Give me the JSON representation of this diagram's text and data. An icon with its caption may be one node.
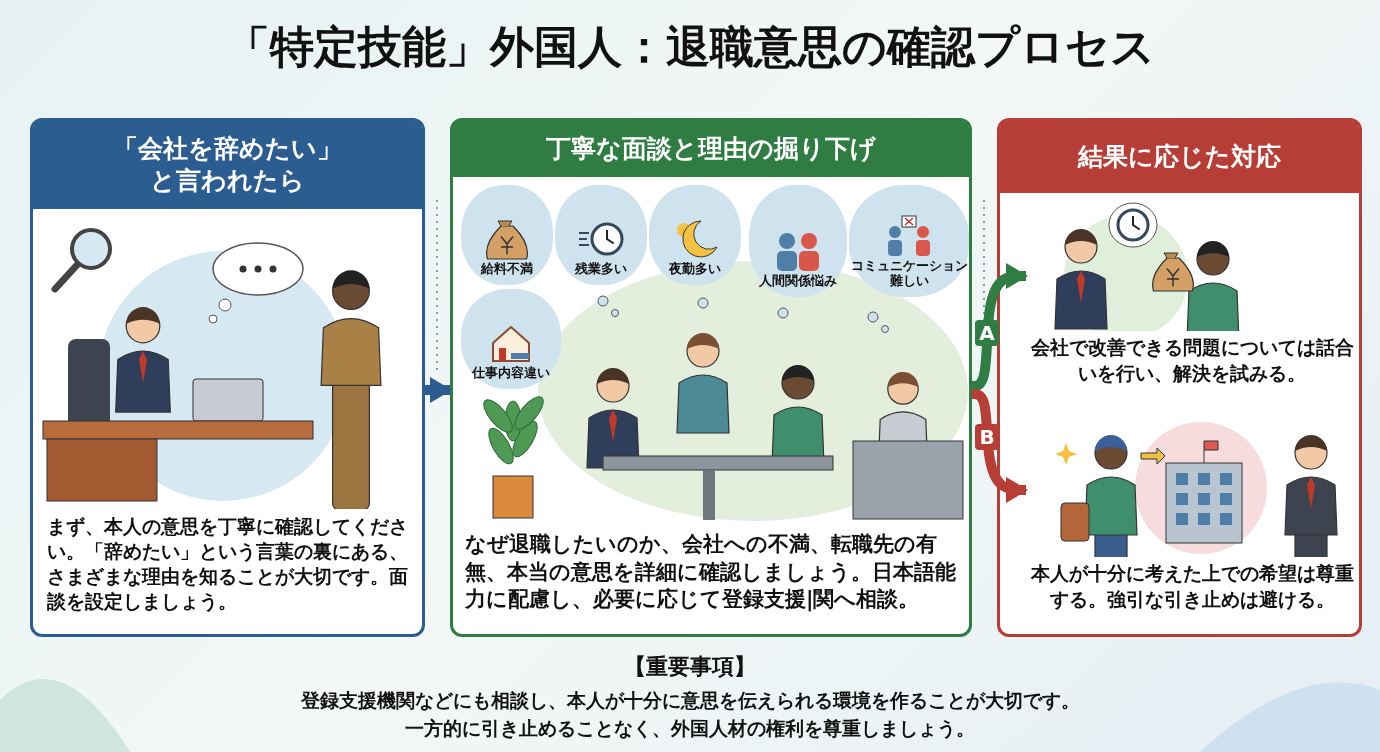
{
  "diagram": {
    "title": "「特定技能」外国人：退職意思の確認プロセス",
    "nodes": [
      {
        "text": [
          "「会社を辞めたい」と言われたら",
          "まず、本人の意思を丁寧に確認してください。「辞めたい」という言葉の裏にある、さまざまな理由を知ることが大切です。面談を設定しましょう。"
        ]
      },
      {
        "text": [
          "丁寧な面談と理由の掘り下げ",
          "なぜ退職したいのか、会社への不満、転職先の有無、本当の意思を詳細に確認しましょう。日本語能力に配慮し、必要に応じて登録支援|関へ相談。"
        ]
      },
      {
        "text": [
          "給料不満"
        ],
        "in": 1
      },
      {
        "text": [
          "残業多い"
        ],
        "in": 1
      },
      {
        "text": [
          "夜勤多い"
        ],
        "in": 1
      },
      {
        "text": [
          "仕事内容違い"
        ],
        "in": 1
      },
      {
        "text": [
          "人間関係悩み"
        ],
        "in": 1
      },
      {
        "text": [
          "コミュニケーション難しい"
        ],
        "in": 1
      },
      {
        "text": [
          "結果に応じた対応"
        ]
      },
      {
        "text": [
          "会社で改善できる問題については話合いを行い、解決を試みる。"
        ],
        "in": 8
      },
      {
        "text": [
          "本人が十分に考えた上での希望は尊重する。強引な引き止めは避ける。"
        ],
        "in": 8
      }
    ],
    "edges": [
      {
        "from": 0,
        "to": 1,
        "arrow": "to",
        "color": "#2b5d91"
      },
      {
        "from": 1,
        "to": 9,
        "arrow": "to",
        "label": "A",
        "color": "#2f7d43"
      },
      {
        "from": 1,
        "to": 10,
        "arrow": "to",
        "label": "B",
        "color": "#b73d37"
      }
    ],
    "labels": [
      "【重要事項】",
      "登録支援機関などにも相談し、本人が十分に意思を伝えられる環境を作ることが大切です。",
      "一方的に引き止めることなく、外国人材の権利を尊重しましょう。"
    ]
  }
}
